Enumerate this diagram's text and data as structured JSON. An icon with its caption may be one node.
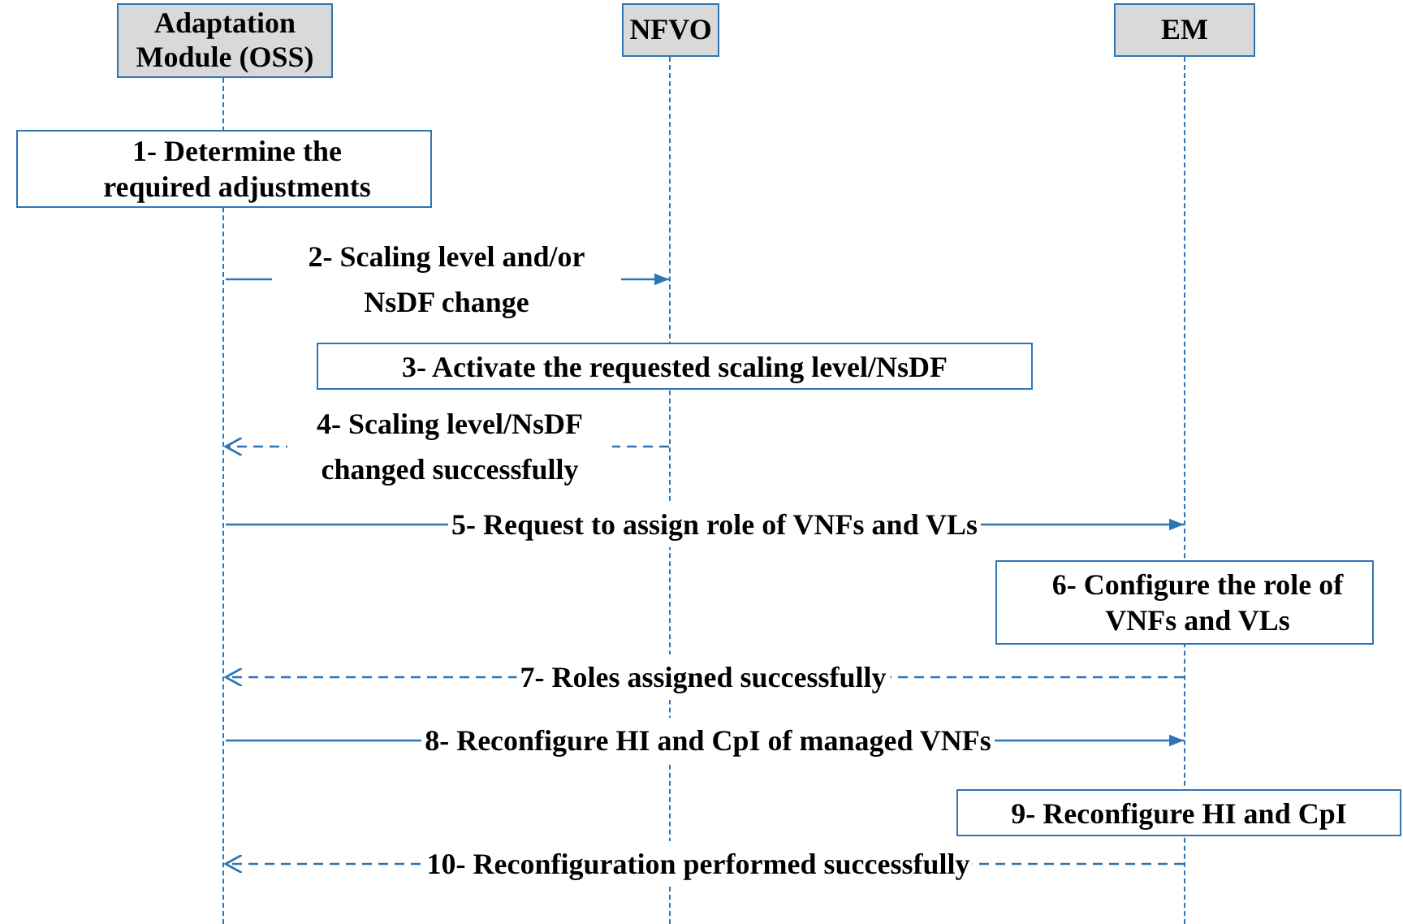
{
  "diagram": {
    "nodes": [
      {
        "text": [
          "Adaptation Module (OSS)"
        ]
      },
      {
        "text": [
          "NFVO"
        ]
      },
      {
        "text": [
          "EM"
        ]
      },
      {
        "text": [
          "1- Determine the required adjustments"
        ]
      },
      {
        "text": [
          "3- Activate the requested scaling level/NsDF"
        ]
      },
      {
        "text": [
          "6- Configure the role of VNFs and VLs"
        ]
      },
      {
        "text": [
          "9- Reconfigure HI and CpI"
        ]
      },
      {
        "text": [],
        "shape": "line"
      },
      {
        "text": [],
        "shape": "line"
      },
      {
        "text": [],
        "shape": "line"
      }
    ],
    "edges": [
      {
        "from": 7,
        "to": 8,
        "arrow": "to",
        "label": "2- Scaling level and/or NsDF change"
      },
      {
        "from": 8,
        "to": 7,
        "arrow": "to",
        "label": "4- Scaling level/NsDF changed successfully",
        "style": "dashed"
      },
      {
        "from": 7,
        "to": 9,
        "arrow": "to",
        "label": "5- Request to assign role of VNFs and VLs"
      },
      {
        "from": 9,
        "to": 7,
        "arrow": "to",
        "label": "7- Roles assigned successfully",
        "style": "dashed"
      },
      {
        "from": 7,
        "to": 9,
        "arrow": "to",
        "label": "8- Reconfigure HI and CpI of managed VNFs"
      },
      {
        "from": 9,
        "to": 7,
        "arrow": "to",
        "label": "10- Reconfiguration performed successfully",
        "style": "dashed"
      }
    ]
  }
}
